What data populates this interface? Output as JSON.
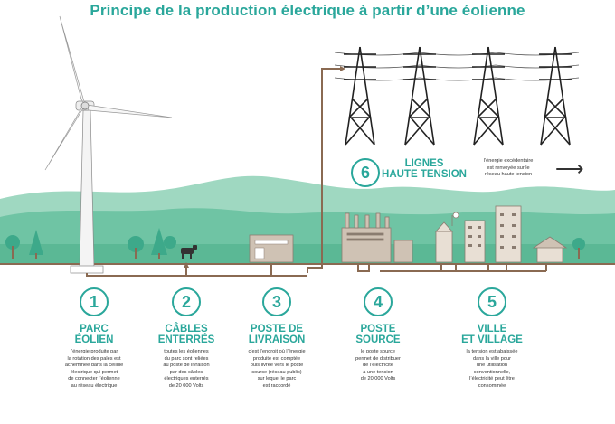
{
  "title": "Principe de la production électrique à partir d’une éolienne",
  "colors": {
    "teal": "#2aa79b",
    "brown": "#8a6a52",
    "hill": "#6fc4a4",
    "hill_dark": "#3da98a",
    "building": "#cfc2b4",
    "building_dark": "#8a7c70"
  },
  "steps": [
    {
      "number": "1",
      "title_l1": "PARC",
      "title_l2": "ÉOLIEN",
      "desc": [
        "l’énergie produite par",
        "la rotation des pales est",
        "acheminée dans la cellule",
        "électrique qui permet",
        "de connecter l’éolienne",
        "au réseau électrique"
      ]
    },
    {
      "number": "2",
      "title_l1": "CÂBLES",
      "title_l2": "ENTERRÉS",
      "desc": [
        "toutes les éoliennes",
        "du parc sont reliées",
        "au poste de livraison",
        "par des câbles",
        "électriques enterrés",
        "de 20 000 Volts"
      ]
    },
    {
      "number": "3",
      "title_l1": "POSTE DE",
      "title_l2": "LIVRAISON",
      "desc": [
        "c’est l’endroit où l’énergie",
        "produite est comptée",
        "puis livrée vers le poste",
        "source (réseau public)",
        "sur lequel le parc",
        "est raccordé"
      ]
    },
    {
      "number": "4",
      "title_l1": "POSTE",
      "title_l2": "SOURCE",
      "desc": [
        "le poste source",
        "permet de distribuer",
        "de l’électricité",
        "à une tension",
        "de 20 000 Volts"
      ]
    },
    {
      "number": "5",
      "title_l1": "VILLE",
      "title_l2": "ET VILLAGE",
      "desc": [
        "la tension est abaissée",
        "dans la ville pour",
        "une utilisation",
        "conventionnelle,",
        "l’électricité peut être",
        "consommée"
      ]
    }
  ],
  "step6": {
    "number": "6",
    "title_l1": "LIGNES",
    "title_l2": "HAUTE TENSION",
    "desc": [
      "l’énergie excédentaire",
      "est renvoyée sur le",
      "réseau haute tension"
    ],
    "arrow": "⟶"
  }
}
